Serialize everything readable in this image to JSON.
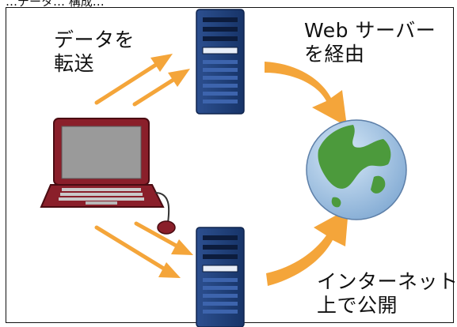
{
  "header": {
    "cropped_text": "…データ… 構成…"
  },
  "labels": {
    "transfer_line1": "データを",
    "transfer_line2": "転送",
    "via_line1": "Web サーバー",
    "via_line2": "を経由",
    "publish_line1": "インターネット",
    "publish_line2": "上で公開"
  },
  "colors": {
    "arrow": "#f4a53a",
    "laptop_body": "#8a1f2a",
    "laptop_screen": "#9a9a9a",
    "server_body": "#1f3f7a",
    "globe_ocean": "#a7c7e7",
    "globe_land": "#4c9a3c"
  }
}
